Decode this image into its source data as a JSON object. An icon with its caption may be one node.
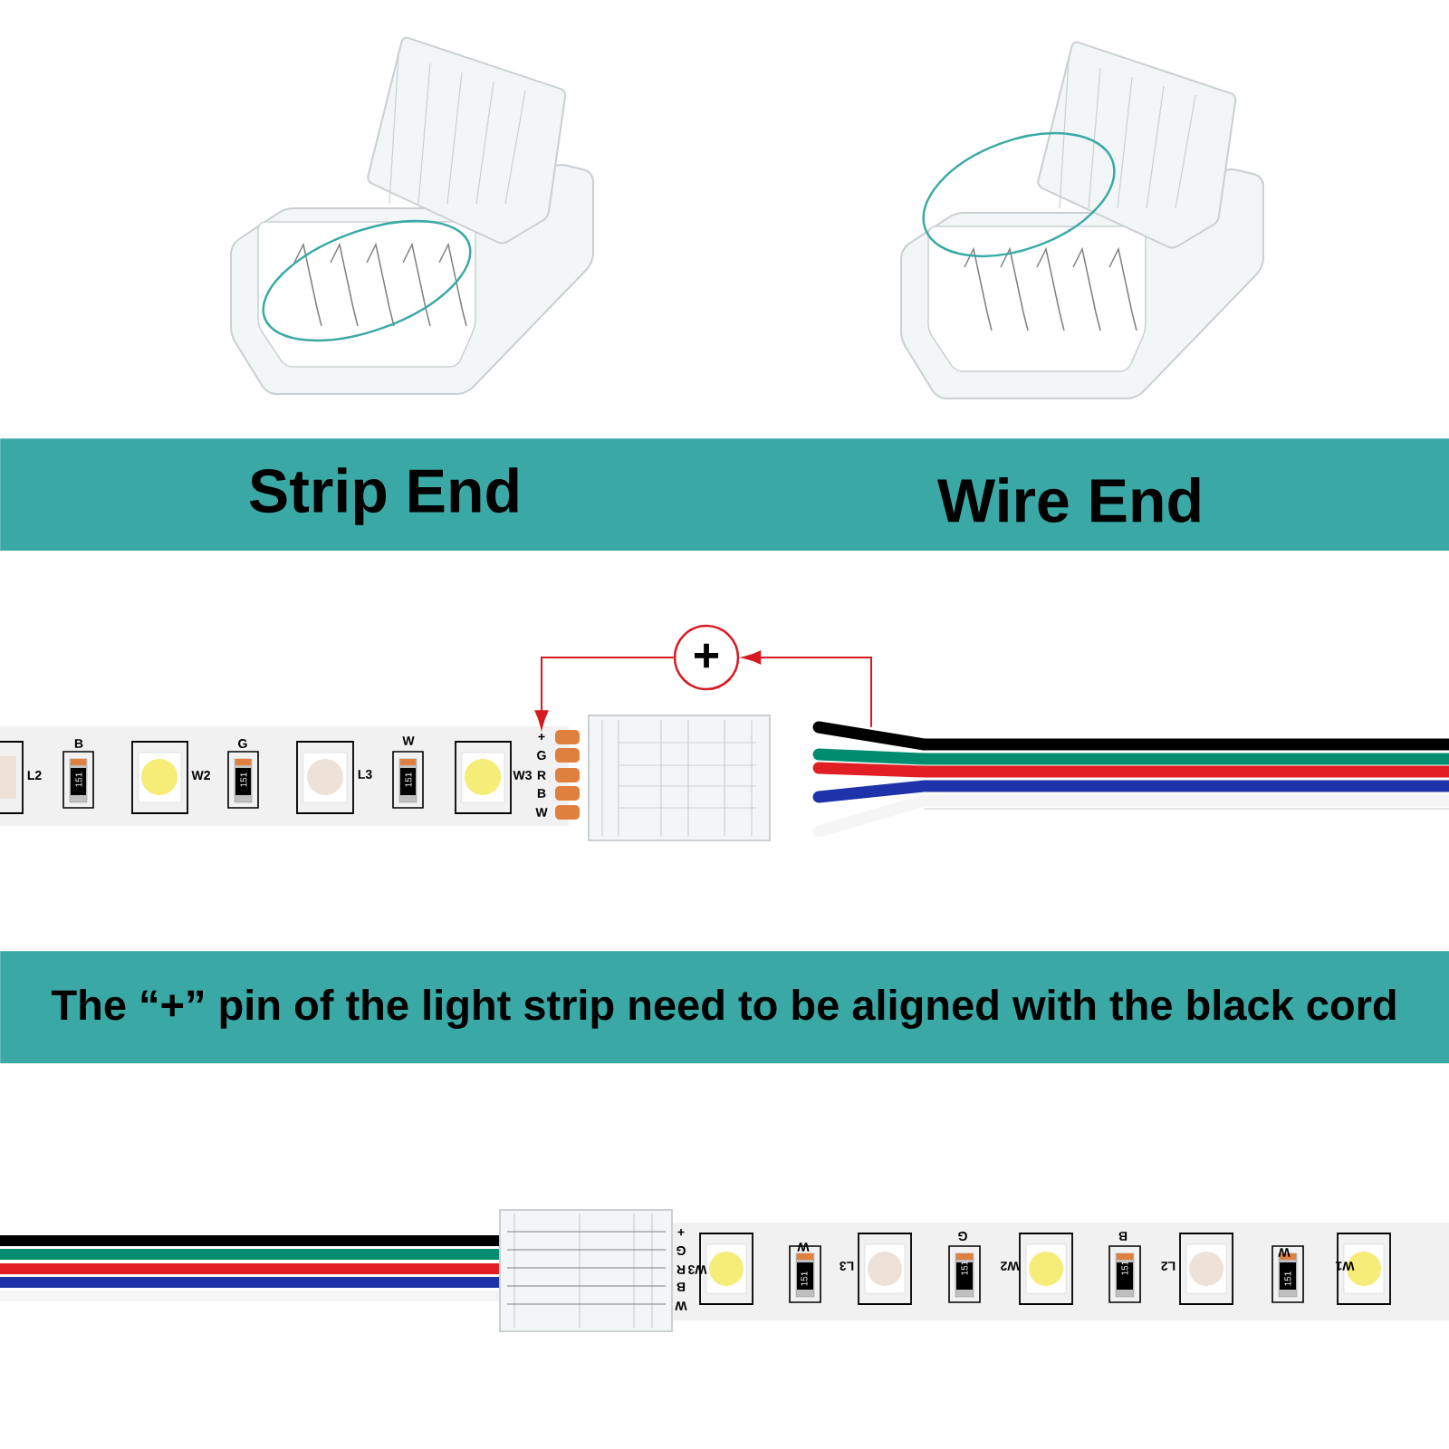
{
  "diagram": {
    "nodes": [
      {
        "text": [
          "Strip End",
          "Wire End"
        ]
      },
      {
        "text": [
          "+"
        ]
      },
      {
        "text": [
          "+"
        ]
      },
      {
        "text": [],
        "shape": "picture"
      },
      {
        "text": [
          "The “+” pin of the light strip need to be aligned with the black cord"
        ]
      }
    ],
    "edges": [
      {
        "from": 1,
        "to": 2,
        "arrow": "to",
        "color": "#d71920"
      },
      {
        "from": 3,
        "to": 1,
        "arrow": "to",
        "color": "#d71920"
      }
    ],
    "labels": [
      "L2",
      "B",
      "151",
      "W2",
      "G",
      "151",
      "L3",
      "W",
      "151",
      "W3",
      "G",
      "R",
      "B",
      "W",
      "+",
      "G",
      "W3",
      "R",
      "B",
      "W",
      "W",
      "151",
      "L3",
      "G",
      "151",
      "W2",
      "B",
      "151",
      "L2",
      "W",
      "151",
      "W1"
    ]
  }
}
